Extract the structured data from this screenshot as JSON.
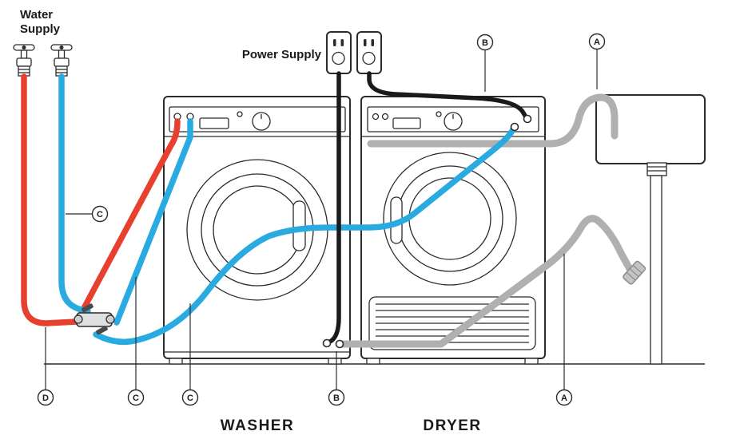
{
  "labels": {
    "water_supply_1": "Water",
    "water_supply_2": "Supply",
    "power_supply": "Power Supply",
    "washer": "WASHER",
    "dryer": "DRYER"
  },
  "callouts": {
    "a": "A",
    "b": "B",
    "c": "C",
    "d": "D"
  },
  "colors": {
    "hot_hose": "#e8402f",
    "cold_hose": "#29abe2",
    "drain_hose": "#b0b0b0",
    "power_cord": "#1a1a1a",
    "outline": "#2b2b2b"
  }
}
